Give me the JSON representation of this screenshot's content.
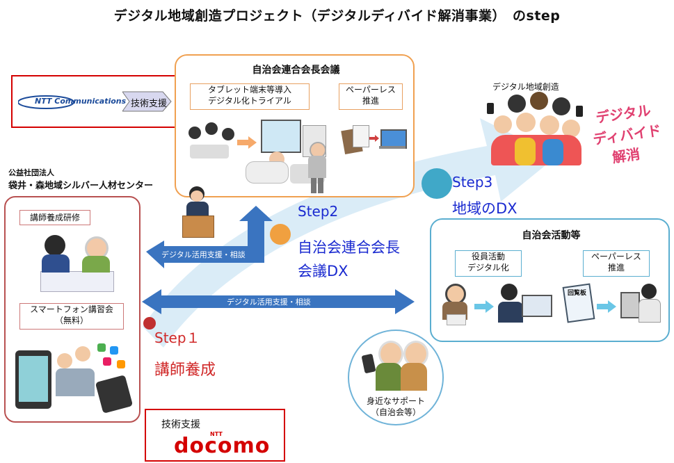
{
  "title": "デジタル地域創造プロジェクト（デジタルディバイド解消事業）　のstep",
  "ntt_box": {
    "logo": "NTT Communications",
    "support": "技術支援"
  },
  "org": {
    "line1": "公益社団法人",
    "line2": "袋井・森地域シルバー人材センター"
  },
  "left_panel": {
    "item1": "講師養成研修",
    "item2_line1": "スマートフォン講習会",
    "item2_line2": "（無料）"
  },
  "docomo_box": {
    "support": "技術支援",
    "ntt": "NTT",
    "logo": "docomo"
  },
  "top_panel": {
    "title": "自治会連合会長会議",
    "item1_line1": "タブレット端末等導入",
    "item1_line2": "デジタル化トライアル",
    "item2_line1": "ペーパーレス",
    "item2_line2": "推進"
  },
  "right_panel": {
    "title": "自治会活動等",
    "item1_line1": "役員活動",
    "item1_line2": "デジタル化",
    "item2_line1": "ペーパーレス",
    "item2_line2": "推進",
    "circular_label": "回覧板"
  },
  "community": {
    "label": "デジタル地域創造"
  },
  "divide_text": {
    "line1": "デジタル",
    "line2": "ディバイド",
    "line3": "解消"
  },
  "steps": {
    "step1": {
      "label": "Step１",
      "desc": "講師養成"
    },
    "step2": {
      "label": "Step2",
      "desc_line1": "自治会連合会長",
      "desc_line2": "会議DX"
    },
    "step3": {
      "label": "Step3",
      "desc": "地域のDX"
    }
  },
  "arrows": {
    "upper_label": "デジタル活用支援・相談",
    "lower_label": "デジタル活用支援・相談"
  },
  "support_circle": {
    "line1": "身近なサポート",
    "line2": "（自治会等）"
  },
  "colors": {
    "step1": "#c03030",
    "step2": "#f0a040",
    "step3": "#40a8c8",
    "arrow": "#3a74c0",
    "sweep": "#cfe6f5",
    "divide": "#e04070"
  }
}
